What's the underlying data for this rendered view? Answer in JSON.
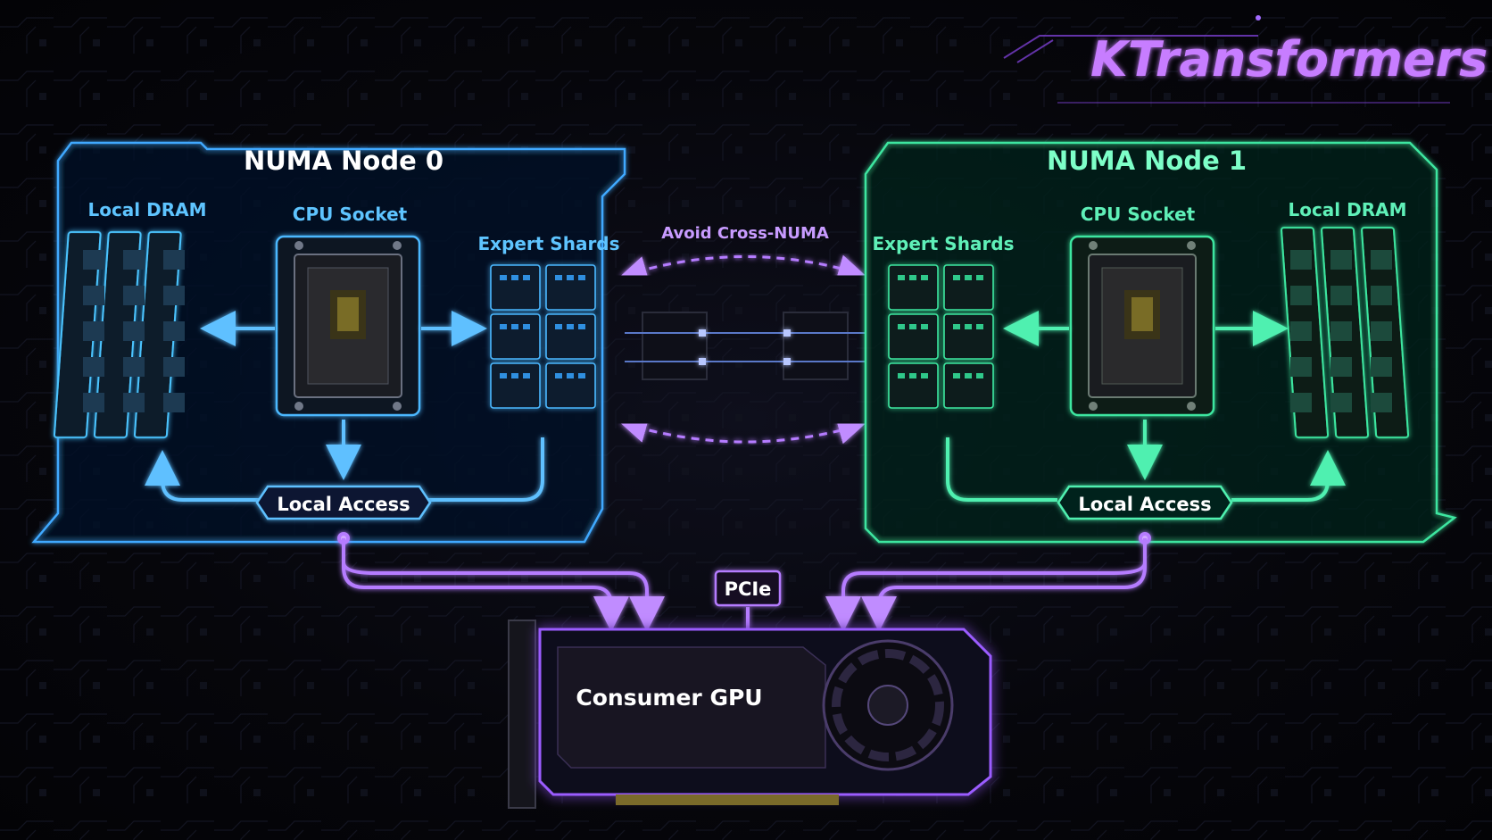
{
  "brand": {
    "title": "KTransformers",
    "color": "#c77dff"
  },
  "node0": {
    "title": "NUMA Node 0",
    "dram_label": "Local DRAM",
    "cpu_label": "CPU Socket",
    "shards_label": "Expert Shards",
    "access_label": "Local Access",
    "color": "#3fa9ff"
  },
  "node1": {
    "title": "NUMA Node 1",
    "dram_label": "Local DRAM",
    "cpu_label": "CPU Socket",
    "shards_label": "Expert Shards",
    "access_label": "Local Access",
    "color": "#3ee6a0"
  },
  "interconnect": {
    "label": "Avoid Cross-NUMA",
    "color": "#b57cff"
  },
  "bus": {
    "label": "PCIe",
    "color": "#a66bff"
  },
  "gpu": {
    "label": "Consumer GPU",
    "color": "#9b5cff"
  }
}
